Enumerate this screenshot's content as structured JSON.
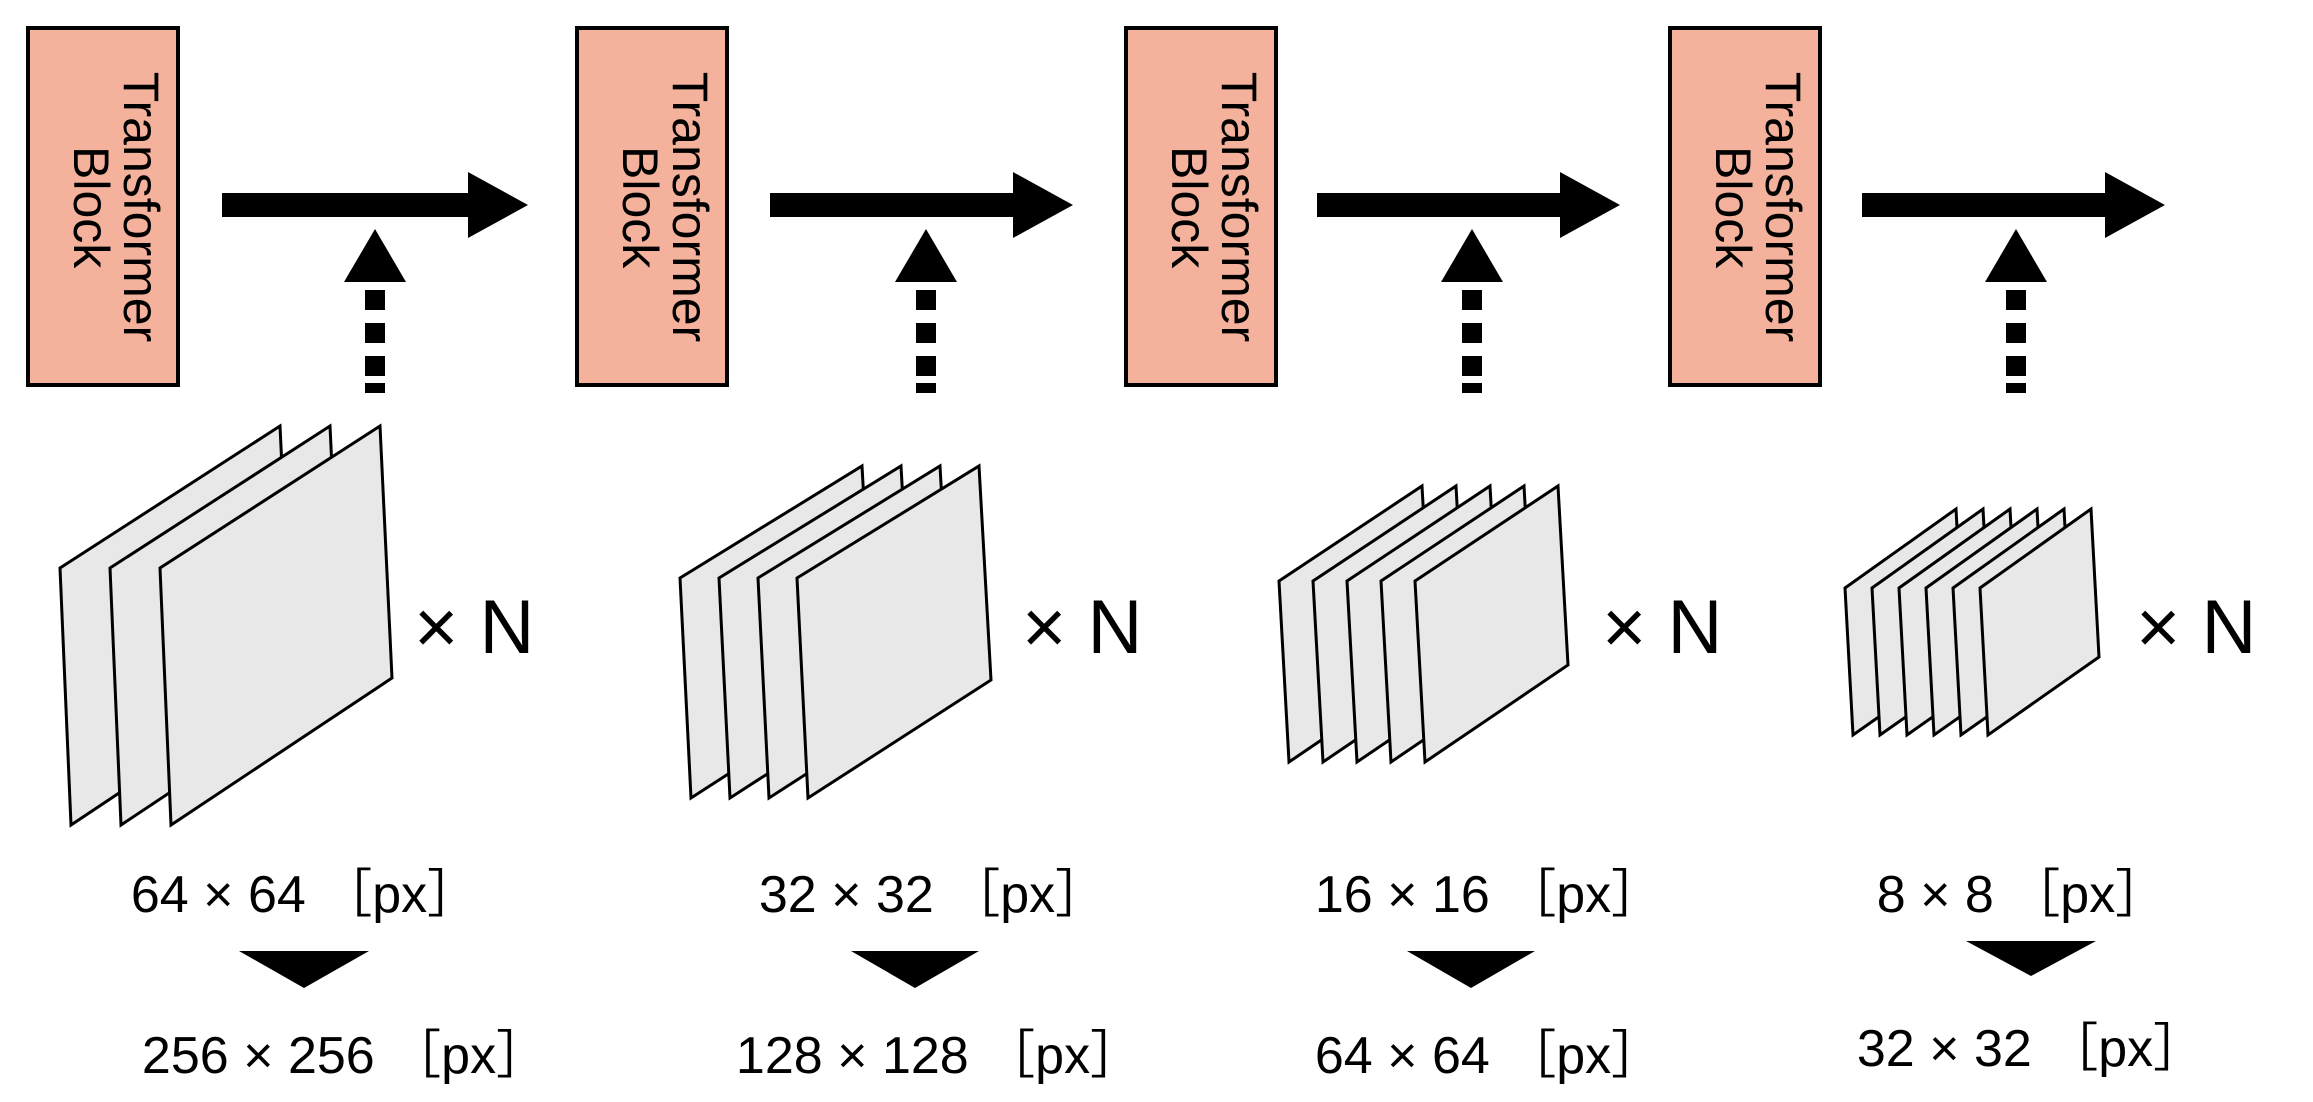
{
  "colors": {
    "block_fill": "#f4b19b",
    "plane_fill": "#e8e8e8",
    "stroke": "#000000",
    "background": "#ffffff"
  },
  "stages": [
    {
      "block_line1": "Transformer",
      "block_line2": "Block",
      "multiplier": "× N",
      "input_size": "64 × 64 ［px］",
      "output_size": "256 × 256 ［px］"
    },
    {
      "block_line1": "Transformer",
      "block_line2": "Block",
      "multiplier": "× N",
      "input_size": "32 × 32 ［px］",
      "output_size": "128 × 128 ［px］"
    },
    {
      "block_line1": "Transformer",
      "block_line2": "Block",
      "multiplier": "× N",
      "input_size": "16 × 16 ［px］",
      "output_size": "64 × 64 ［px］"
    },
    {
      "block_line1": "Transformer",
      "block_line2": "Block",
      "multiplier": "× N",
      "input_size": "8 × 8 ［px］",
      "output_size": "32 × 32 ［px］"
    }
  ]
}
